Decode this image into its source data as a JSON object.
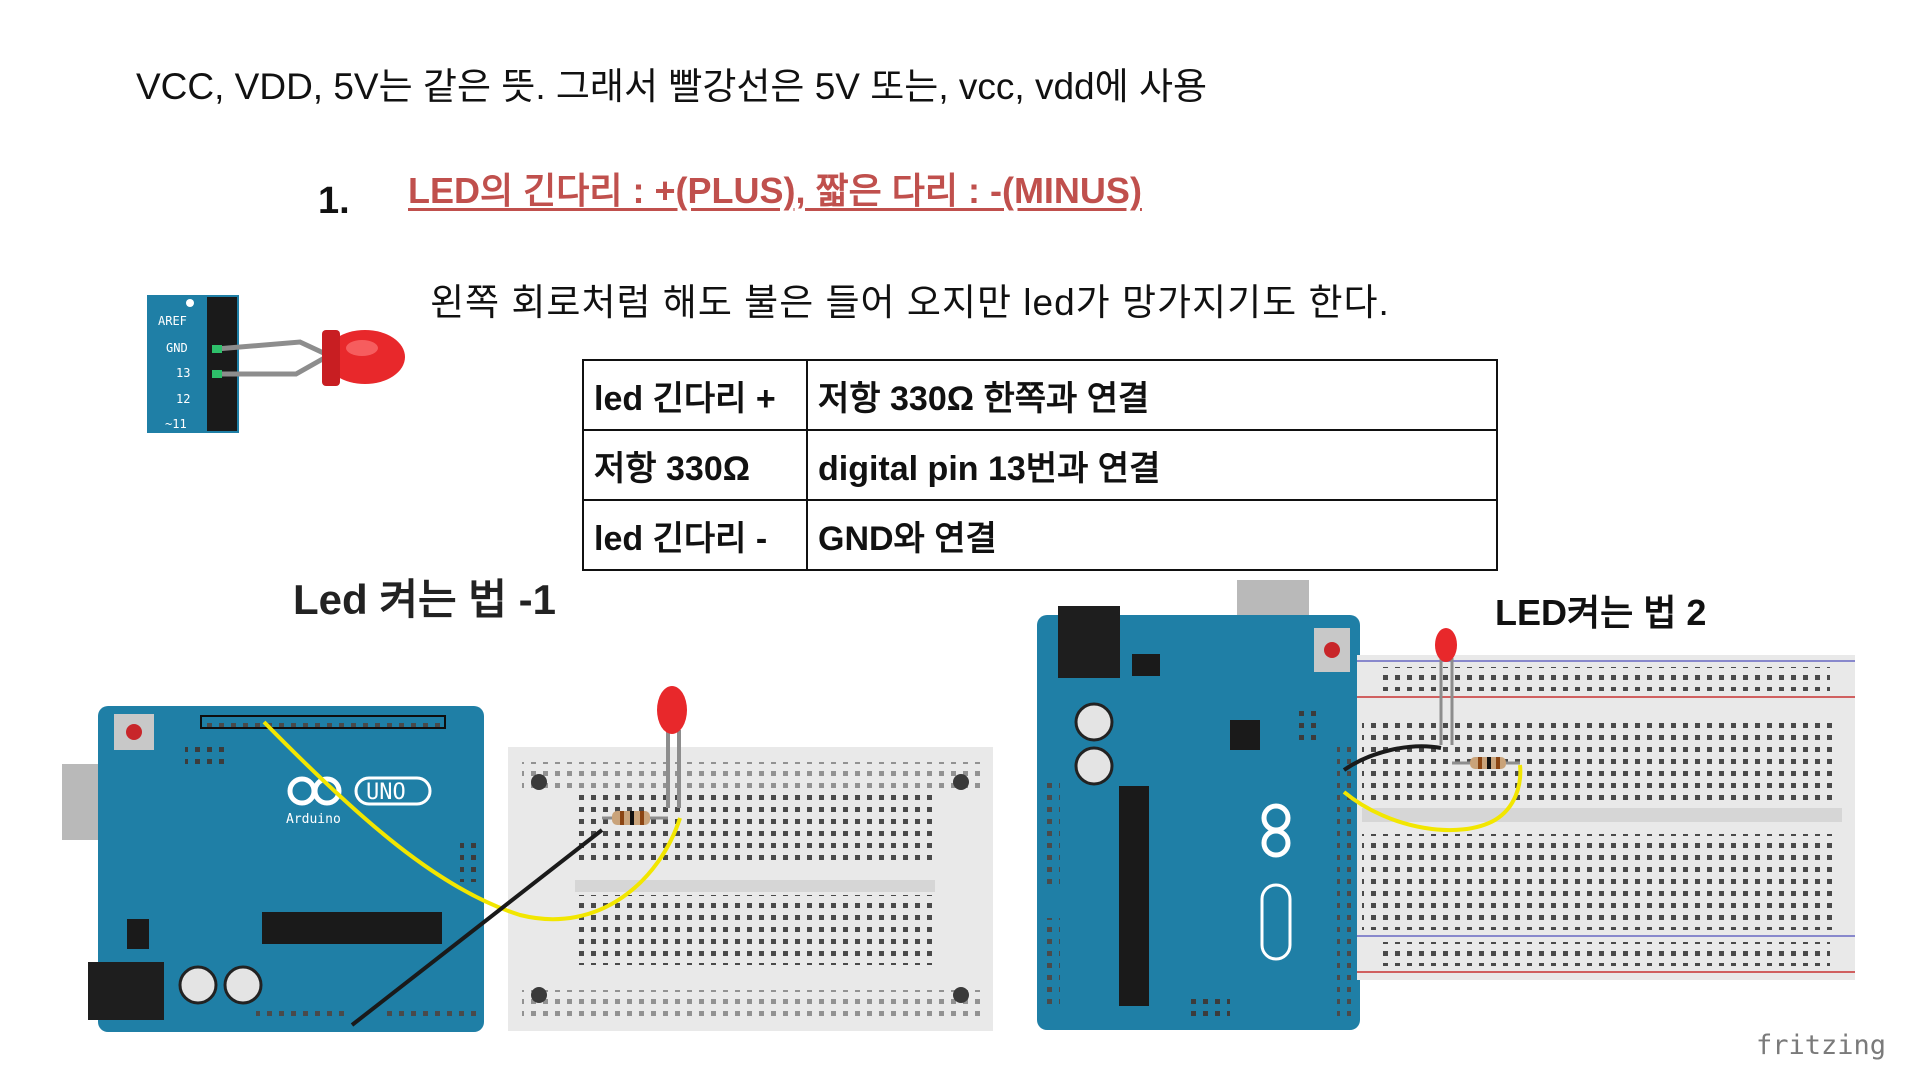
{
  "intro_line": "VCC, VDD, 5V는 같은 뜻. 그래서 빨강선은 5V 또는, vcc, vdd에 사용",
  "list_number": "1.",
  "heading": "LED의 긴다리 : +(PLUS), 짧은 다리 : -(MINUS)",
  "note": "왼쪽 회로처럼 해도 불은 들어 오지만 led가 망가지기도 한다.",
  "pin_labels": [
    "AREF",
    "GND",
    "13",
    "12",
    "~11"
  ],
  "connections": [
    {
      "from": "led 긴다리 +",
      "to": "저항 330Ω 한쪽과 연결"
    },
    {
      "from": "저항 330Ω",
      "to": "digital pin 13번과 연결"
    },
    {
      "from": "led 긴다리 -",
      "to": "GND와 연결"
    }
  ],
  "diagram1_title": "Led 켜는 법 -1",
  "diagram2_title": "LED켜는 법 2",
  "uno_label": "UNO",
  "arduino_label": "Arduino",
  "fritzing_label": "fritzing",
  "colors": {
    "board": "#1f7fa6",
    "heading": "#c0504d",
    "led": "#e8282b",
    "wire_yellow": "#f2e600",
    "wire_black": "#1a1a1a"
  }
}
